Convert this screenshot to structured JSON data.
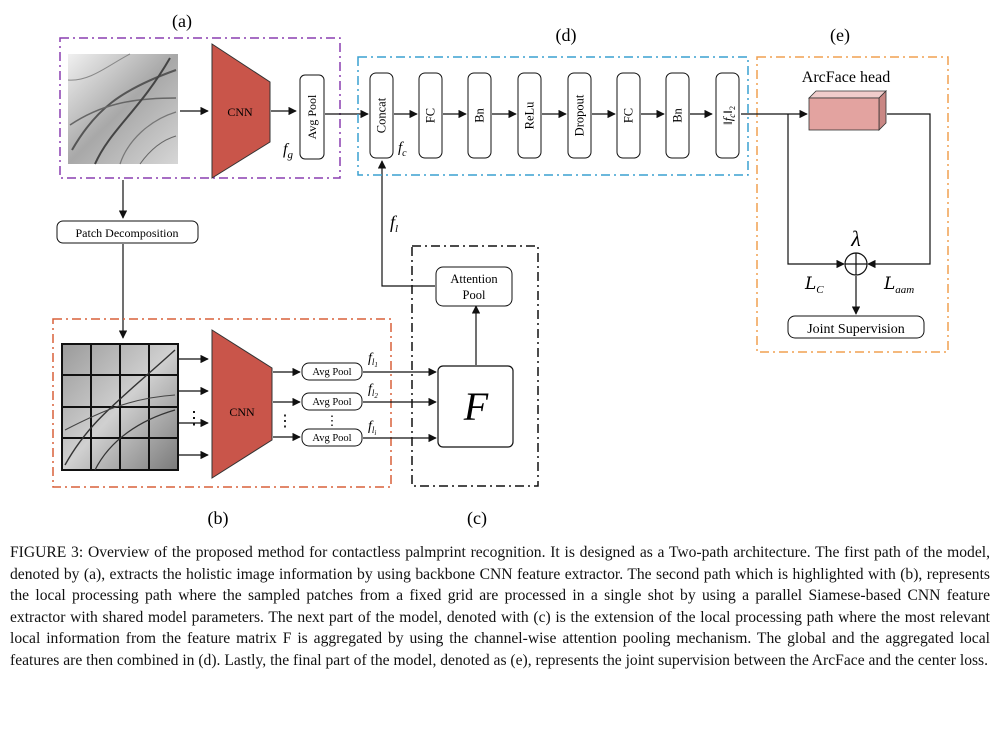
{
  "panels": {
    "a": "(a)",
    "b": "(b)",
    "c": "(c)",
    "d": "(d)",
    "e": "(e)"
  },
  "global_path": {
    "cnn": "CNN",
    "pool": "Avg Pool",
    "feature": "f",
    "feature_sub": "g"
  },
  "patch_decomposition": "Patch Decomposition",
  "local_path": {
    "cnn": "CNN",
    "pools": [
      "Avg Pool",
      "Avg Pool",
      "Avg Pool"
    ],
    "features": [
      {
        "base": "f",
        "sub": "l",
        "sub2": "1"
      },
      {
        "base": "f",
        "sub": "l",
        "sub2": "2"
      },
      {
        "base": "f",
        "sub": "l",
        "sub2": "i"
      }
    ],
    "vdots": "⋮"
  },
  "attention": {
    "pool_line1": "Attention",
    "pool_line2": "Pool",
    "matrix": "F",
    "output_base": "f",
    "output_sub": "l"
  },
  "combination": {
    "blocks": [
      "Concat",
      "FC",
      "Bn",
      "ReLu",
      "Dropout",
      "FC",
      "Bn"
    ],
    "concat_out_base": "f",
    "concat_out_sub": "c",
    "norm_base": "f",
    "norm_sub": "c",
    "norm_index": "2"
  },
  "supervision": {
    "head": "ArcFace head",
    "lambda": "λ",
    "plus": "⊕",
    "loss_center_base": "L",
    "loss_center_sub": "C",
    "loss_aam_base": "L",
    "loss_aam_sub": "aam",
    "joint": "Joint Supervision"
  },
  "caption": {
    "label": "FIGURE 3:",
    "text": "Overview of the proposed method for contactless palmprint recognition. It is designed as a Two-path architecture. The first path of the model, denoted by (a), extracts the holistic image information by using backbone CNN feature extractor. The second path which is highlighted with (b), represents the local processing path where the sampled patches from a fixed grid are processed in a single shot by using a parallel Siamese-based CNN feature extractor with shared model parameters. The next part of the model, denoted with (c) is the extension of the local processing path where the most relevant local information from the feature matrix F is aggregated by using the channel-wise attention pooling mechanism. The global and the aggregated local features are then combined in (d). Lastly, the final part of the model, denoted as (e), represents the joint supervision between the ArcFace and the center loss."
  },
  "colors": {
    "cnn_fill": "#c9554a",
    "panel_a": "#8a3fb0",
    "panel_b": "#d9603a",
    "panel_c": "#111111",
    "panel_d": "#3aa0d0",
    "panel_e": "#f0a050",
    "arcface_front": "#e3a3a0",
    "arcface_top": "#f0cccb",
    "arcface_side": "#c98784"
  }
}
